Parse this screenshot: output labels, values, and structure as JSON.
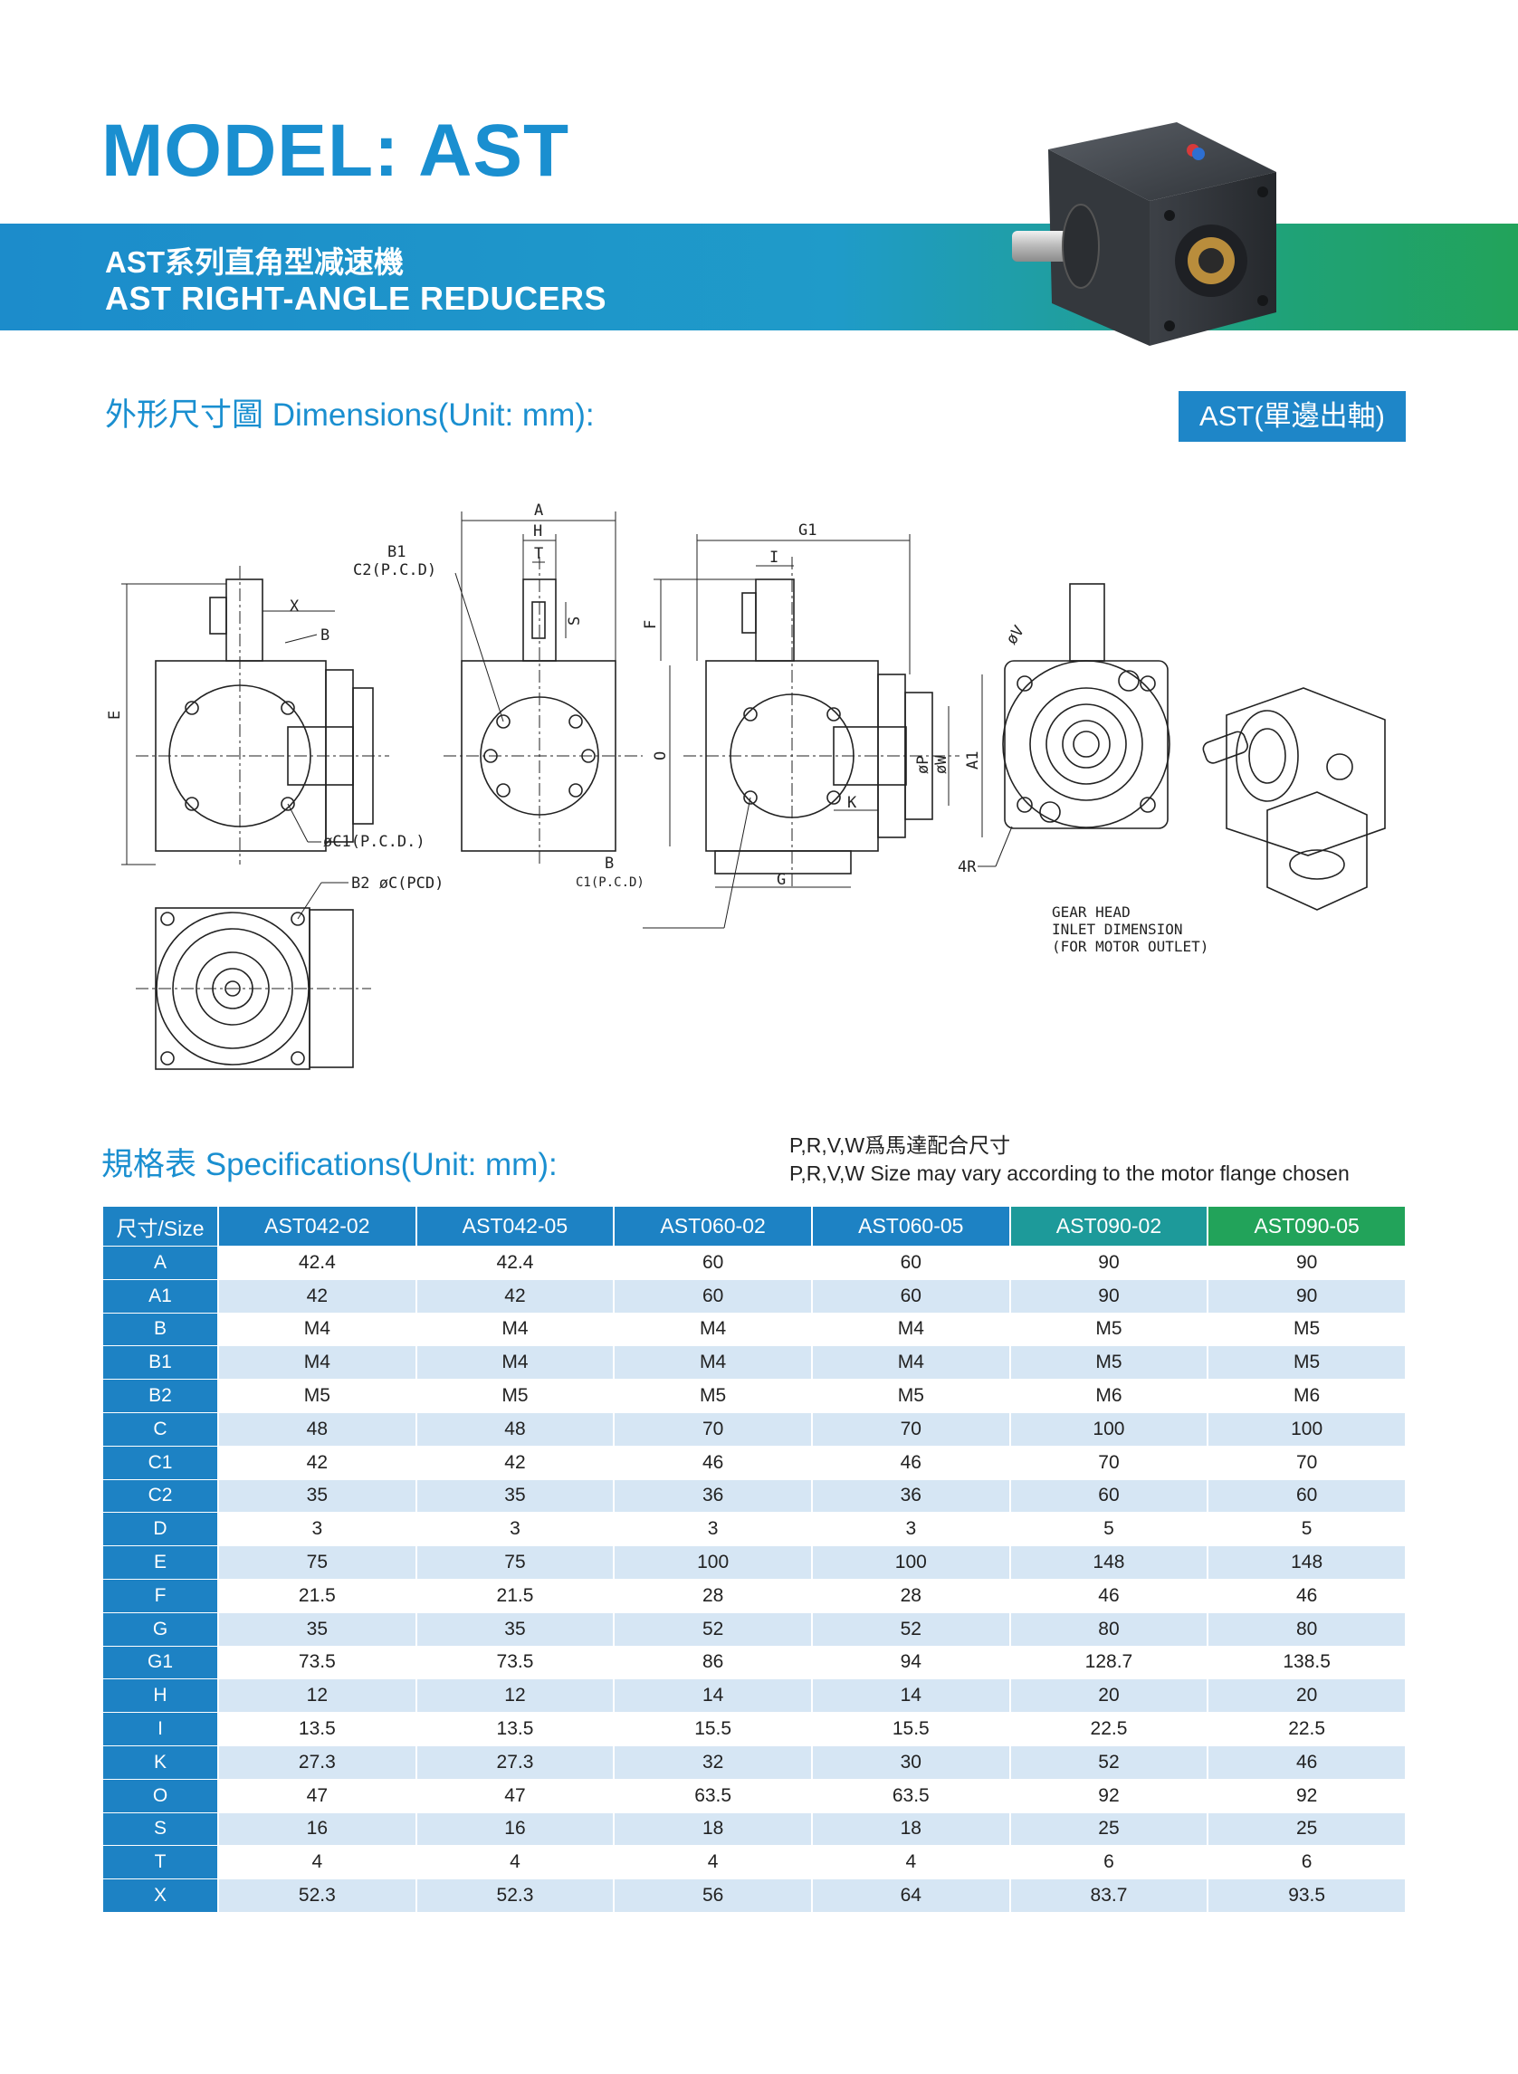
{
  "header": {
    "title": "MODEL: AST",
    "subtitle_cn": "AST系列直角型减速機",
    "subtitle_en": "AST RIGHT-ANGLE REDUCERS"
  },
  "dimensions": {
    "heading": "外形尺寸圖 Dimensions(Unit: mm):",
    "badge": "AST(單邊出軸)",
    "labels": {
      "A": "A",
      "B": "B",
      "B1": "B1",
      "C2": "C2(P.C.D)",
      "X": "X",
      "E": "E",
      "H": "H",
      "T": "T",
      "S": "S",
      "G1": "G1",
      "I": "I",
      "F": "F",
      "O": "O",
      "P": "øP",
      "W": "øW",
      "A1": "A1",
      "K": "K",
      "G": "G",
      "C1": "øC1(P.C.D.)",
      "B2": "B2 øC(PCD)",
      "Bb": "B",
      "C1b": "C1(P.C.D)",
      "R": "4R",
      "V": "øV",
      "gear_head": [
        "GEAR HEAD",
        "INLET DIMENSION",
        "(FOR MOTOR OUTLET)"
      ]
    }
  },
  "specs": {
    "heading": "規格表 Specifications(Unit: mm):",
    "note_line1": "P,R,V,W爲馬達配合尺寸",
    "note_line2": "P,R,V,W Size may vary according to the motor flange chosen",
    "header": [
      "尺寸/Size",
      "AST042-02",
      "AST042-05",
      "AST060-02",
      "AST060-05",
      "AST090-02",
      "AST090-05"
    ],
    "rows": [
      [
        "A",
        "42.4",
        "42.4",
        "60",
        "60",
        "90",
        "90"
      ],
      [
        "A1",
        "42",
        "42",
        "60",
        "60",
        "90",
        "90"
      ],
      [
        "B",
        "M4",
        "M4",
        "M4",
        "M4",
        "M5",
        "M5"
      ],
      [
        "B1",
        "M4",
        "M4",
        "M4",
        "M4",
        "M5",
        "M5"
      ],
      [
        "B2",
        "M5",
        "M5",
        "M5",
        "M5",
        "M6",
        "M6"
      ],
      [
        "C",
        "48",
        "48",
        "70",
        "70",
        "100",
        "100"
      ],
      [
        "C1",
        "42",
        "42",
        "46",
        "46",
        "70",
        "70"
      ],
      [
        "C2",
        "35",
        "35",
        "36",
        "36",
        "60",
        "60"
      ],
      [
        "D",
        "3",
        "3",
        "3",
        "3",
        "5",
        "5"
      ],
      [
        "E",
        "75",
        "75",
        "100",
        "100",
        "148",
        "148"
      ],
      [
        "F",
        "21.5",
        "21.5",
        "28",
        "28",
        "46",
        "46"
      ],
      [
        "G",
        "35",
        "35",
        "52",
        "52",
        "80",
        "80"
      ],
      [
        "G1",
        "73.5",
        "73.5",
        "86",
        "94",
        "128.7",
        "138.5"
      ],
      [
        "H",
        "12",
        "12",
        "14",
        "14",
        "20",
        "20"
      ],
      [
        "I",
        "13.5",
        "13.5",
        "15.5",
        "15.5",
        "22.5",
        "22.5"
      ],
      [
        "K",
        "27.3",
        "27.3",
        "32",
        "30",
        "52",
        "46"
      ],
      [
        "O",
        "47",
        "47",
        "63.5",
        "63.5",
        "92",
        "92"
      ],
      [
        "S",
        "16",
        "16",
        "18",
        "18",
        "25",
        "25"
      ],
      [
        "T",
        "4",
        "4",
        "4",
        "4",
        "6",
        "6"
      ],
      [
        "X",
        "52.3",
        "52.3",
        "56",
        "64",
        "83.7",
        "93.5"
      ]
    ]
  },
  "colors": {
    "blue": "#1a8fd0",
    "band_start": "#1c8ccb",
    "band_end": "#22a35a",
    "row_alt": "#d6e6f4"
  }
}
